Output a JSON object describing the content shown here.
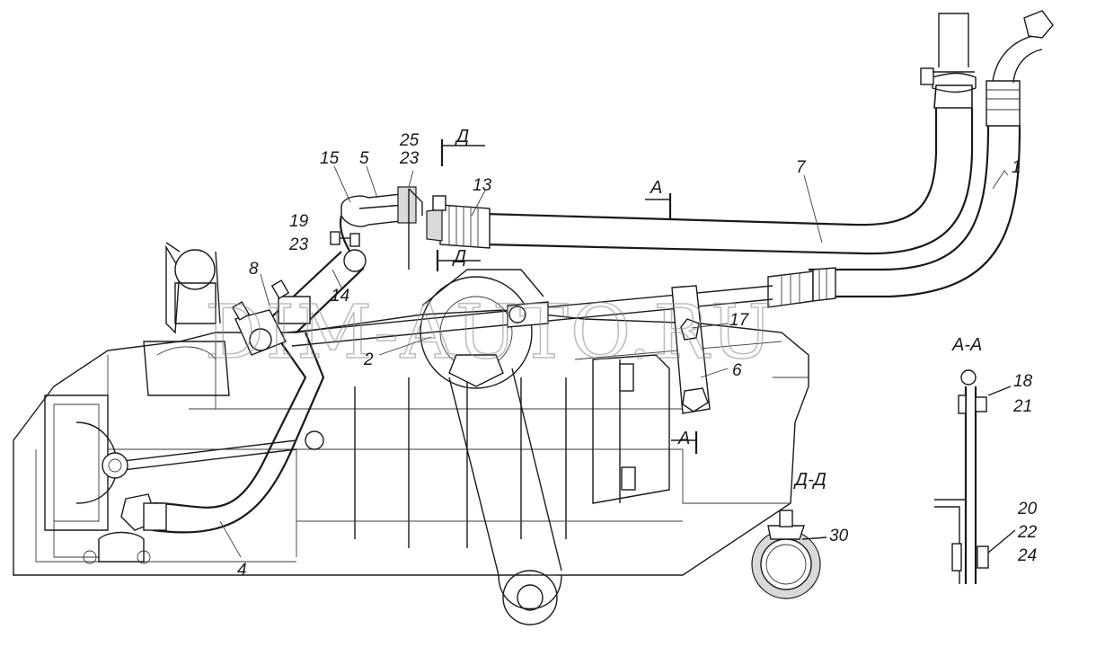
{
  "watermark": "DIM-AUTO.RU",
  "callouts": {
    "c1": "1",
    "c2": "2",
    "c4": "4",
    "c5": "5",
    "c6": "6",
    "c7": "7",
    "c8": "8",
    "c13": "13",
    "c14": "14",
    "c15": "15",
    "c17": "17",
    "c19": "19",
    "c23a": "23",
    "c23b": "23",
    "c25": "25",
    "c18": "18",
    "c21": "21",
    "c20": "20",
    "c22": "22",
    "c24": "24",
    "c30": "30"
  },
  "section_marks": {
    "d_top": "Д",
    "d_bottom": "Д",
    "a_top": "А",
    "a_bottom": "А"
  },
  "section_titles": {
    "aa": "А-А",
    "dd": "Д-Д"
  }
}
